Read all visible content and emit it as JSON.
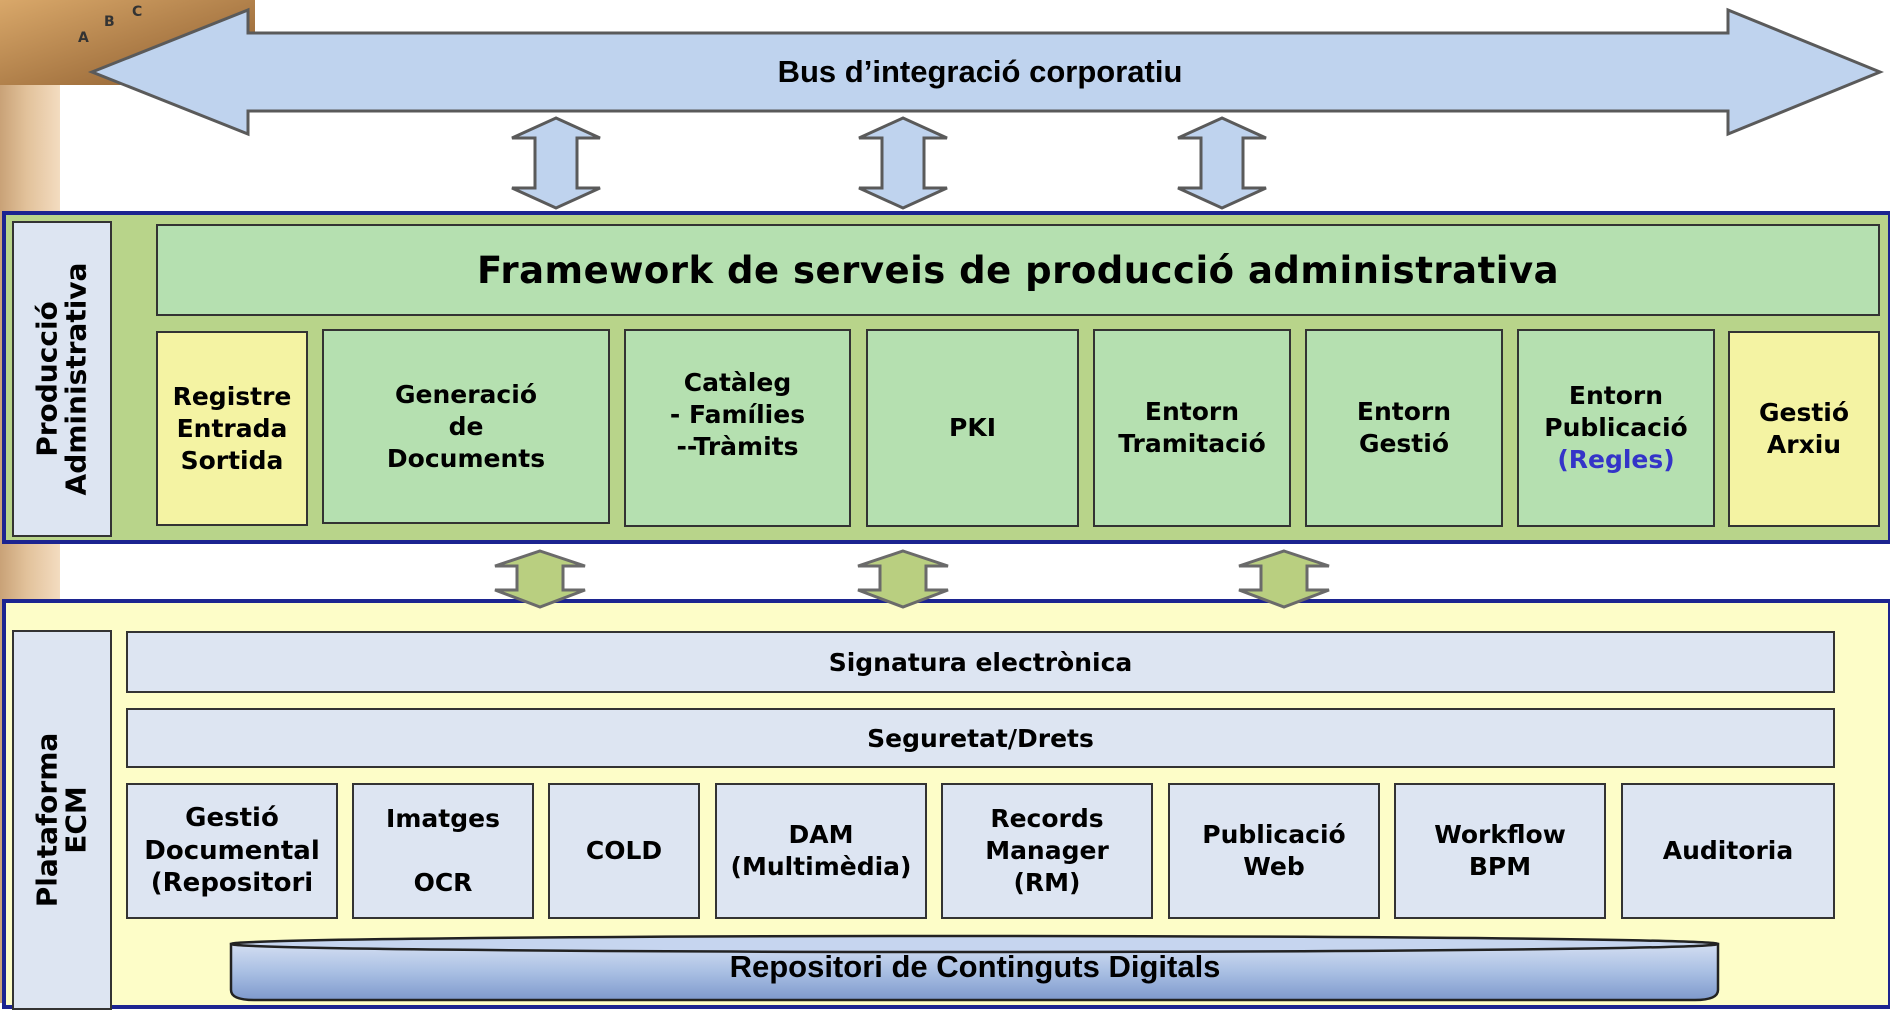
{
  "bus": {
    "label": "Bus d’integració corporatiu"
  },
  "decor": {
    "cards": [
      "A",
      "B",
      "C"
    ]
  },
  "produccio": {
    "side_label": [
      "Producció",
      "Administrativa"
    ],
    "framework_title": "Framework de serveis de producció administrativa",
    "modules": [
      {
        "lines": [
          "Registre",
          "Entrada",
          "Sortida"
        ]
      },
      {
        "lines": [
          "Generació",
          "de",
          "Documents"
        ]
      },
      {
        "lines": [
          "Catàleg",
          "- Famílies",
          "--Tràmits"
        ]
      },
      {
        "lines": [
          "PKI"
        ]
      },
      {
        "lines": [
          "Entorn",
          "Tramitació"
        ]
      },
      {
        "lines": [
          "Entorn",
          "Gestió"
        ]
      },
      {
        "lines": [
          "Entorn",
          "Publicació",
          "(Regles)"
        ]
      },
      {
        "lines": [
          "Gestió",
          "Arxiu"
        ]
      }
    ]
  },
  "ecm": {
    "side_label": [
      "Plataforma",
      "ECM"
    ],
    "signatura": "Signatura electrònica",
    "seguretat": "Seguretat/Drets",
    "modules": [
      {
        "lines": [
          "Gestió",
          "Documental",
          "(Repositori"
        ]
      },
      {
        "lines": [
          "Imatges",
          "",
          "OCR"
        ]
      },
      {
        "lines": [
          "COLD"
        ]
      },
      {
        "lines": [
          "DAM",
          "(Multimèdia)"
        ]
      },
      {
        "lines": [
          "Records",
          "Manager",
          "(RM)"
        ]
      },
      {
        "lines": [
          "Publicació",
          "Web"
        ]
      },
      {
        "lines": [
          "Workflow",
          "BPM"
        ]
      },
      {
        "lines": [
          "Auditoria"
        ]
      }
    ],
    "repositori": "Repositori de Continguts Digitals"
  },
  "colors": {
    "bus_fill": "#bfd3ee",
    "green_frame": "#b8d48a",
    "green_box": "#b5e0b0",
    "yellow_box": "#f4f3a3",
    "ecm_frame": "#fdfdc8",
    "blue_box": "#dde5f2",
    "navy_border": "#1c2490",
    "regles_text": "#3434c8"
  }
}
